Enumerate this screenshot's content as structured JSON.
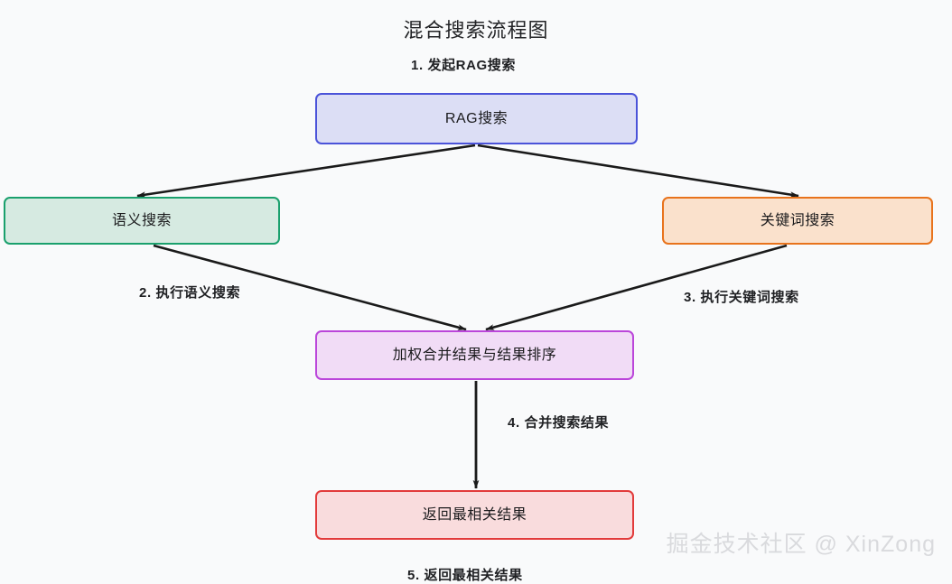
{
  "diagram": {
    "title": "混合搜索流程图",
    "background_color": "#f9fafb",
    "watermark": "掘金技术社区 @ XinZong",
    "type": "flowchart",
    "nodes": [
      {
        "id": "rag",
        "label": "RAG搜索",
        "border_color": "#4b53d9",
        "fill_color": "#dcdef5"
      },
      {
        "id": "semantic",
        "label": "语义搜索",
        "border_color": "#1aa06d",
        "fill_color": "#d6eae1"
      },
      {
        "id": "keyword",
        "label": "关键词搜索",
        "border_color": "#e8731c",
        "fill_color": "#fae1cc"
      },
      {
        "id": "merge",
        "label": "加权合并结果与结果排序",
        "border_color": "#bb46da",
        "fill_color": "#f1dcf6"
      },
      {
        "id": "result",
        "label": "返回最相关结果",
        "border_color": "#e23b3b",
        "fill_color": "#f9dcdd"
      }
    ],
    "edges": [
      {
        "id": "e1",
        "label": "1. 发起RAG搜索",
        "from": "start",
        "to": "rag"
      },
      {
        "id": "e2",
        "label": "2. 执行语义搜索",
        "from": "semantic",
        "to": "merge"
      },
      {
        "id": "e3",
        "label": "3. 执行关键词搜索",
        "from": "keyword",
        "to": "merge"
      },
      {
        "id": "e4",
        "label": "4. 合并搜索结果",
        "from": "merge",
        "to": "result"
      },
      {
        "id": "e5",
        "label": "5. 返回最相关结果",
        "from": "result",
        "to": "end"
      }
    ],
    "edge_color": "#1a1a1a"
  }
}
